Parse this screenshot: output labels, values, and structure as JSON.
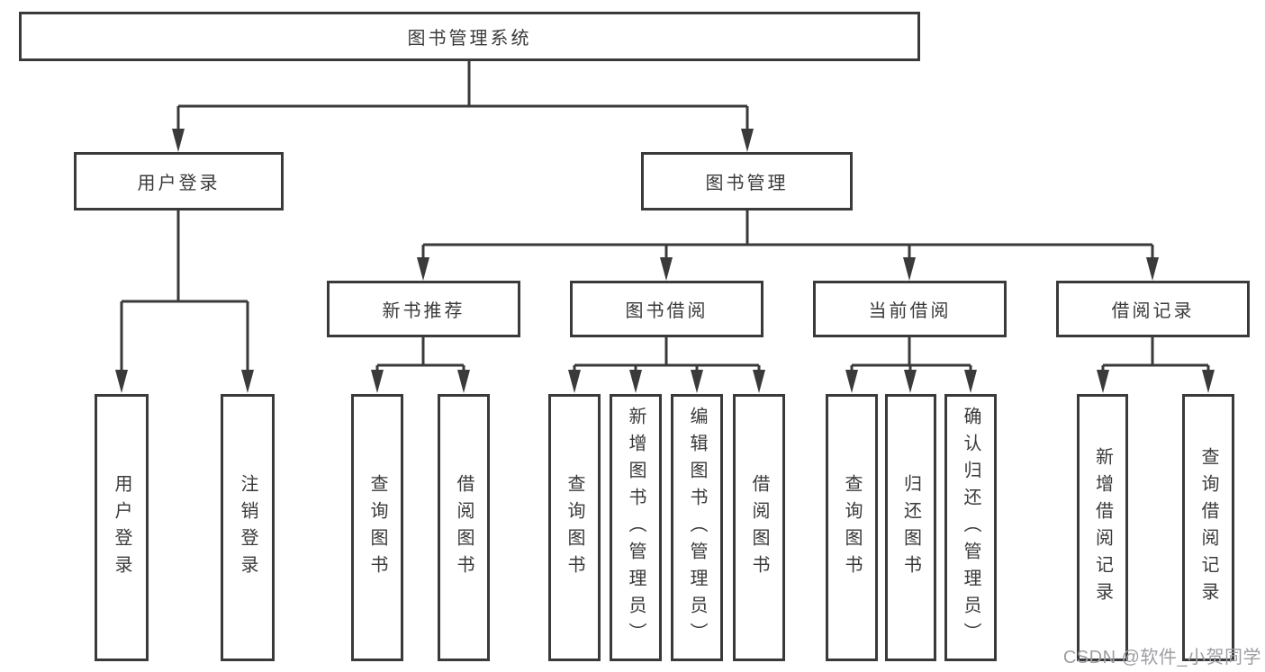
{
  "nodes": {
    "root": "图书管理系统",
    "user_login": "用户登录",
    "book_mgmt": "图书管理",
    "new_book_rec": "新书推荐",
    "book_borrow": "图书借阅",
    "current_borrow": "当前借阅",
    "borrow_records": "借阅记录",
    "leaf_user_login": "用户登录",
    "leaf_logout": "注销登录",
    "leaf_nb_query": "查询图书",
    "leaf_nb_borrow": "借阅图书",
    "leaf_bb_query": "查询图书",
    "leaf_bb_add": "新增图书（管理员）",
    "leaf_bb_edit": "编辑图书（管理员）",
    "leaf_bb_borrow": "借阅图书",
    "leaf_cb_query": "查询图书",
    "leaf_cb_return": "归还图书",
    "leaf_cb_confirm": "确认归还（管理员）",
    "leaf_br_add": "新增借阅记录",
    "leaf_br_query": "查询借阅记录"
  },
  "watermark": "CSDN @软件_小贺同学",
  "colors": {
    "line": "#3a3a3a",
    "text": "#3a3a3a",
    "background": "#ffffff",
    "watermark": "#9e9ea3"
  }
}
